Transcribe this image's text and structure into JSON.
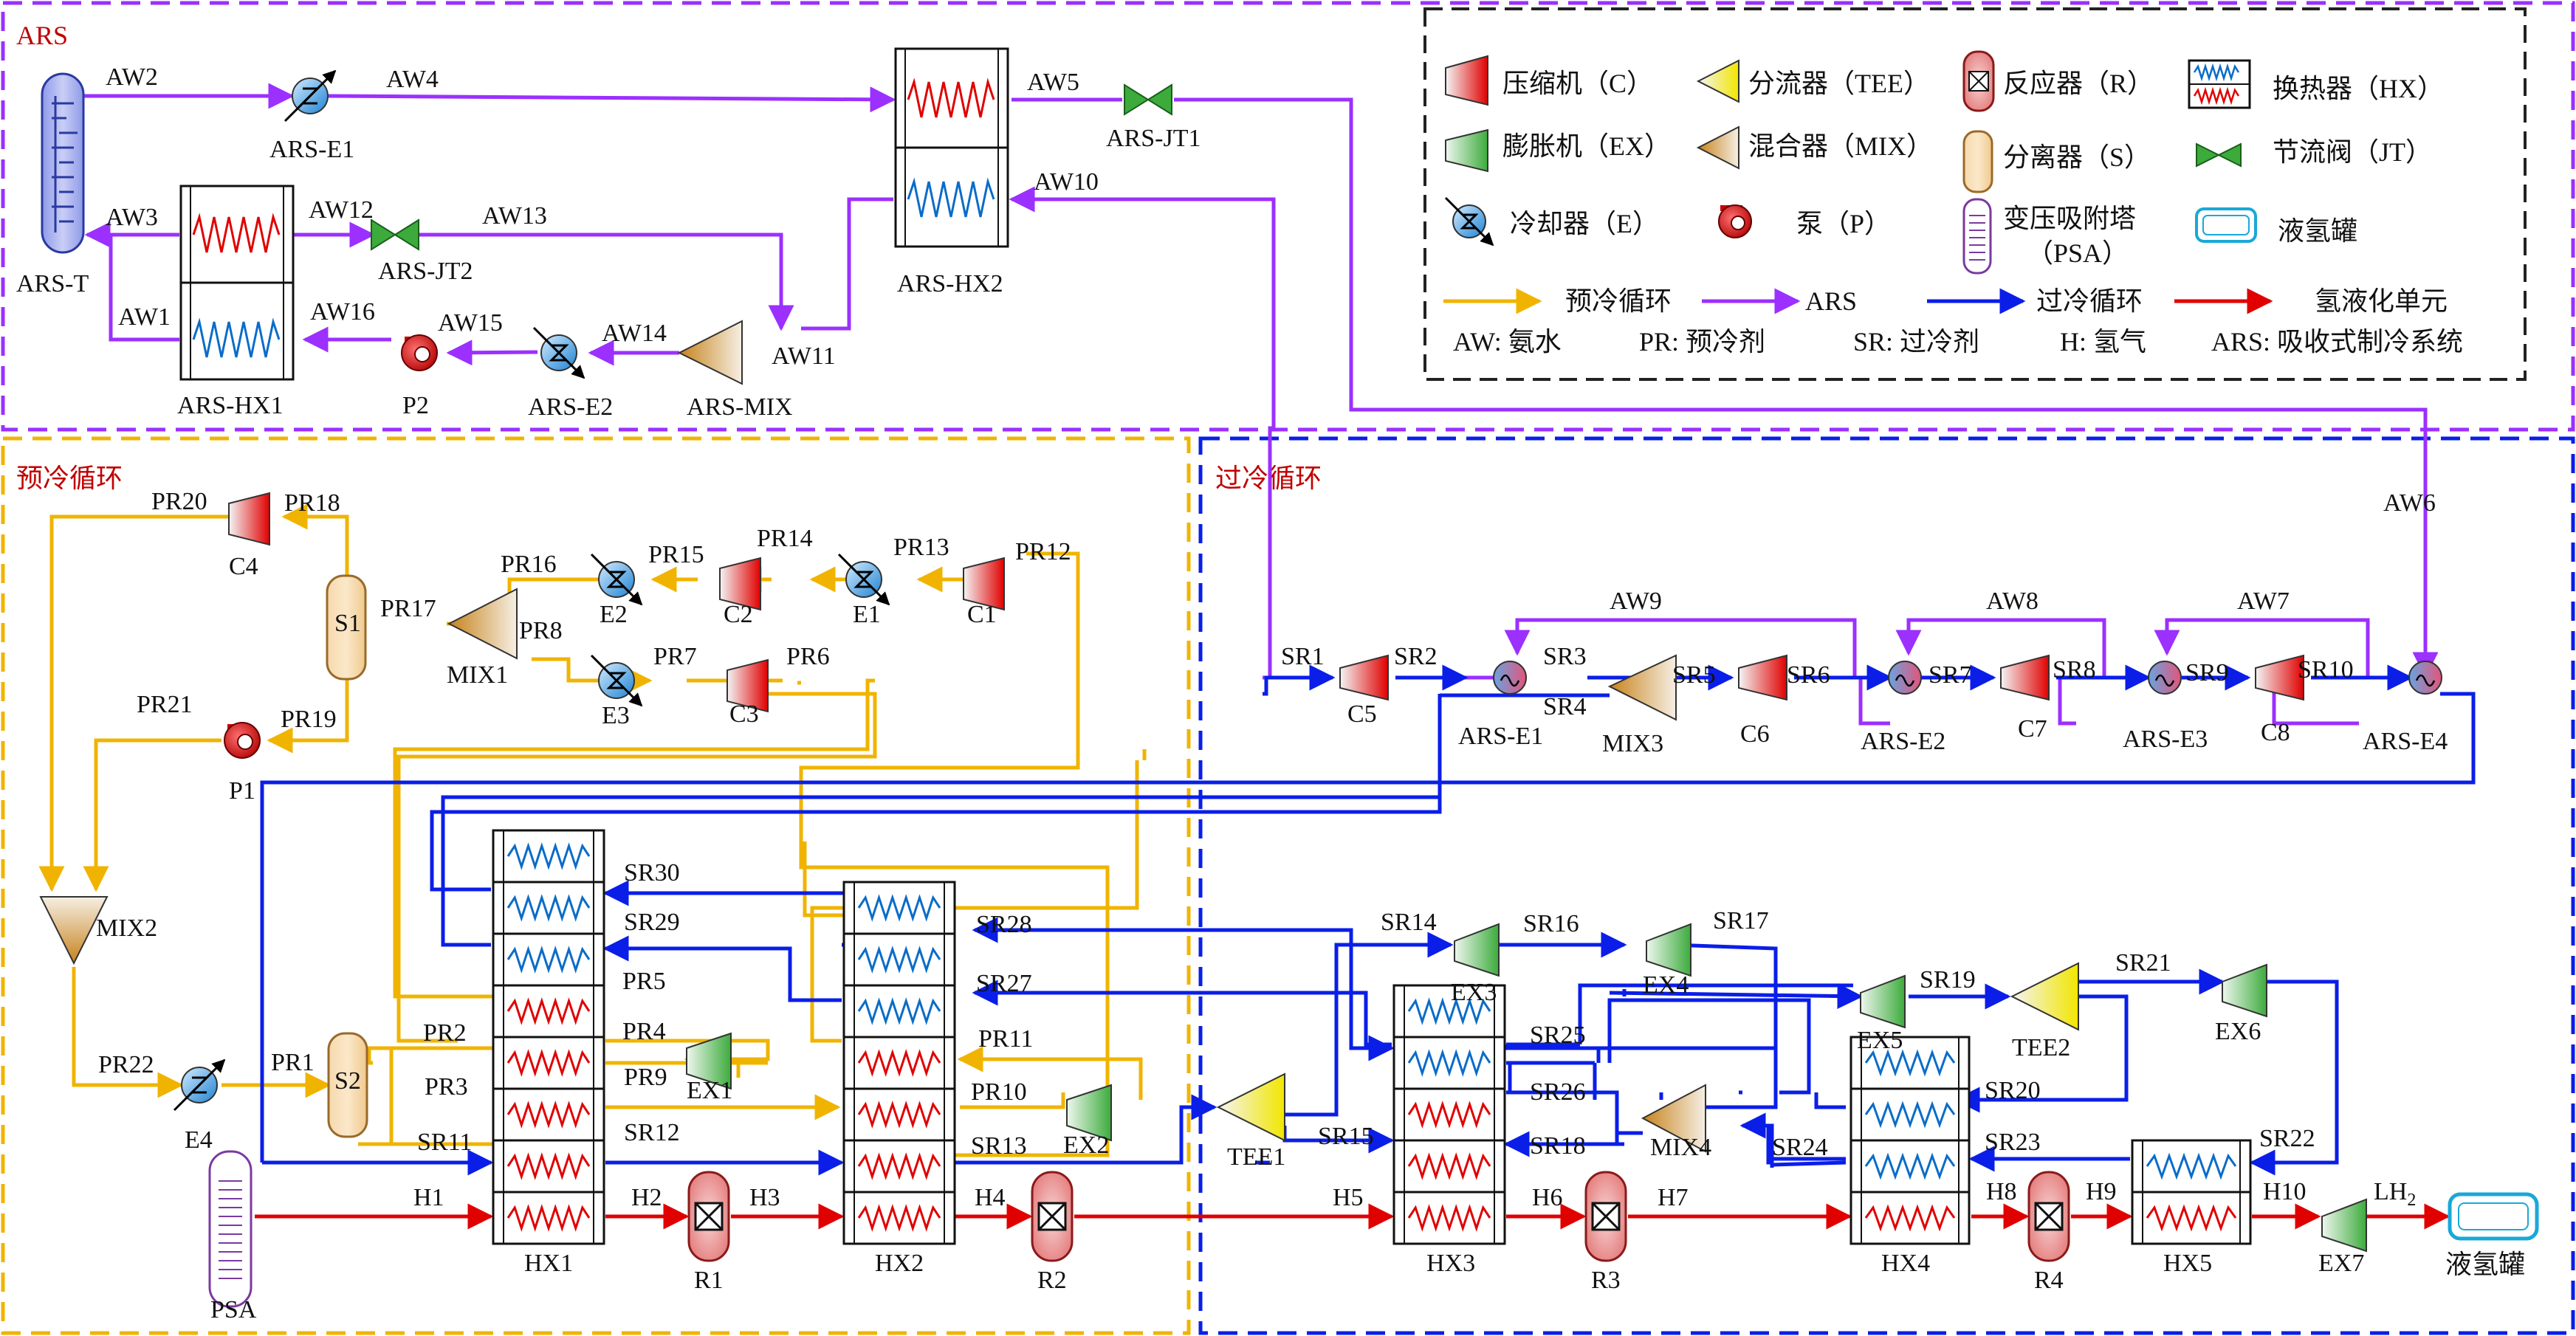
{
  "regions": {
    "ars": "ARS",
    "precool": "预冷循环",
    "subcool": "过冷循环"
  },
  "legend": {
    "compressor": "压缩机（C）",
    "splitter": "分流器（TEE）",
    "reactor": "反应器（R）",
    "hx": "换热器（HX）",
    "expander": "膨胀机（EX）",
    "mixer": "混合器（MIX）",
    "separator": "分离器（S）",
    "valve": "节流阀（JT）",
    "cooler": "冷却器（E）",
    "pump": "泵（P）",
    "psa_line1": "变压吸附塔",
    "psa_line2": "（PSA）",
    "tank": "液氢罐",
    "line_precool": "预冷循环",
    "line_ars": "ARS",
    "line_subcool": "过冷循环",
    "line_h2": "氢液化单元",
    "abbr_aw": "AW: 氨水",
    "abbr_pr": "PR: 预冷剂",
    "abbr_sr": "SR: 过冷剂",
    "abbr_h": "H: 氢气",
    "abbr_ars": "ARS: 吸收式制冷系统"
  },
  "colors": {
    "ars": "#9b30ff",
    "precool": "#f0b400",
    "subcool": "#0a1ee8",
    "hydrogen": "#e00000",
    "frame": "#222222"
  },
  "equipment": {
    "ars_t": "ARS-T",
    "ars_e1": "ARS-E1",
    "ars_hx1": "ARS-HX1",
    "ars_hx2": "ARS-HX2",
    "ars_jt1": "ARS-JT1",
    "ars_jt2": "ARS-JT2",
    "p2": "P2",
    "ars_e2": "ARS-E2",
    "ars_mix": "ARS-MIX",
    "c1": "C1",
    "c2": "C2",
    "c3": "C3",
    "c4": "C4",
    "e1": "E1",
    "e2": "E2",
    "e3": "E3",
    "e4": "E4",
    "mix1": "MIX1",
    "mix2": "MIX2",
    "s1": "S1",
    "s2": "S2",
    "p1": "P1",
    "ex1": "EX1",
    "ex2": "EX2",
    "c5": "C5",
    "c6": "C6",
    "c7": "C7",
    "c8": "C8",
    "mix3": "MIX3",
    "ars_e1b": "ARS-E1",
    "ars_e2b": "ARS-E2",
    "ars_e3": "ARS-E3",
    "ars_e4": "ARS-E4",
    "ex3": "EX3",
    "ex4": "EX4",
    "ex5": "EX5",
    "ex6": "EX6",
    "ex7": "EX7",
    "tee1": "TEE1",
    "tee2": "TEE2",
    "mix4": "MIX4",
    "hx1": "HX1",
    "hx2": "HX2",
    "hx3": "HX3",
    "hx4": "HX4",
    "hx5": "HX5",
    "r1": "R1",
    "r2": "R2",
    "r3": "R3",
    "r4": "R4",
    "psa": "PSA",
    "tank": "液氢罐"
  },
  "streams": {
    "aw2": "AW2",
    "aw4": "AW4",
    "aw5": "AW5",
    "aw10": "AW10",
    "aw3": "AW3",
    "aw12": "AW12",
    "aw13": "AW13",
    "aw1": "AW1",
    "aw16": "AW16",
    "aw15": "AW15",
    "aw14": "AW14",
    "aw11": "AW11",
    "aw6": "AW6",
    "aw9": "AW9",
    "aw8": "AW8",
    "aw7": "AW7",
    "pr20": "PR20",
    "pr18": "PR18",
    "pr16": "PR16",
    "pr15": "PR15",
    "pr14": "PR14",
    "pr13": "PR13",
    "pr12": "PR12",
    "pr17": "PR17",
    "pr8": "PR8",
    "pr7": "PR7",
    "pr6": "PR6",
    "pr21": "PR21",
    "pr19": "PR19",
    "pr22": "PR22",
    "pr1": "PR1",
    "pr2": "PR2",
    "pr3": "PR3",
    "pr5": "PR5",
    "pr4": "PR4",
    "pr9": "PR9",
    "pr11": "PR11",
    "pr10": "PR10",
    "sr1": "SR1",
    "sr2": "SR2",
    "sr3": "SR3",
    "sr4": "SR4",
    "sr5": "SR5",
    "sr6": "SR6",
    "sr7": "SR7",
    "sr8": "SR8",
    "sr9": "SR9",
    "sr10": "SR10",
    "sr30": "SR30",
    "sr29": "SR29",
    "sr28": "SR28",
    "sr27": "SR27",
    "sr11": "SR11",
    "sr12": "SR12",
    "sr13": "SR13",
    "sr14": "SR14",
    "sr16": "SR16",
    "sr17": "SR17",
    "sr19": "SR19",
    "sr21": "SR21",
    "sr25": "SR25",
    "sr26": "SR26",
    "sr15": "SR15",
    "sr18": "SR18",
    "sr20": "SR20",
    "sr24": "SR24",
    "sr23": "SR23",
    "sr22": "SR22",
    "h1": "H1",
    "h2": "H2",
    "h3": "H3",
    "h4": "H4",
    "h5": "H5",
    "h6": "H6",
    "h7": "H7",
    "h8": "H8",
    "h9": "H9",
    "h10": "H10",
    "lh2": "LH",
    "lh2_sub": "2"
  }
}
